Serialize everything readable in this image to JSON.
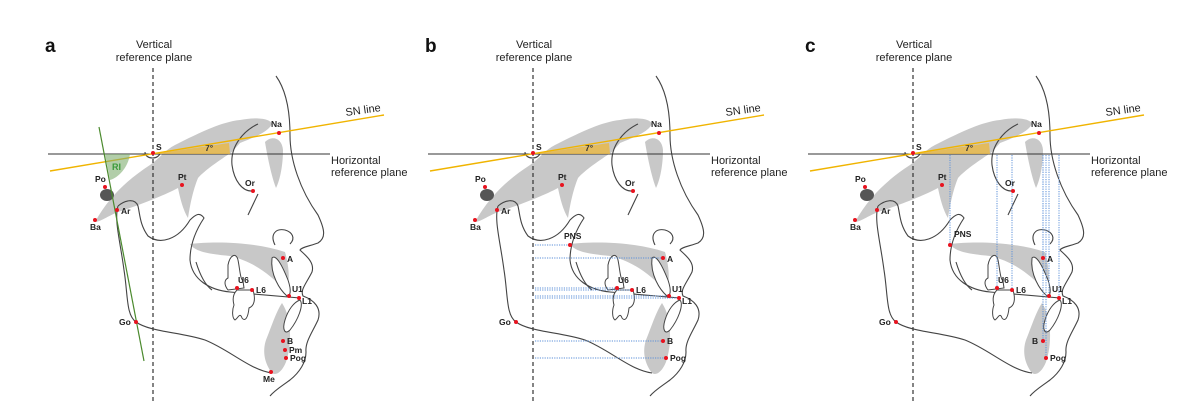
{
  "figure": {
    "panels": [
      {
        "id": "a",
        "letter": "a",
        "vertical_plane_label": [
          "Vertical",
          "reference plane"
        ],
        "horizontal_plane_label": [
          "Horizontal",
          "reference plane"
        ],
        "sn_label": "SN line",
        "angle_label": "7°",
        "ramus_inclination_label": "RI",
        "landmarks": [
          "S",
          "Na",
          "Po",
          "Pt",
          "Or",
          "Ar",
          "Ba",
          "A",
          "U6",
          "L6",
          "U1",
          "L1",
          "Go",
          "B",
          "Pm",
          "Pog",
          "Me"
        ],
        "projection": "none"
      },
      {
        "id": "b",
        "letter": "b",
        "vertical_plane_label": [
          "Vertical",
          "reference plane"
        ],
        "horizontal_plane_label": [
          "Horizontal",
          "reference plane"
        ],
        "sn_label": "SN line",
        "angle_label": "7°",
        "landmarks": [
          "S",
          "Na",
          "Po",
          "Pt",
          "Or",
          "Ar",
          "Ba",
          "PNS",
          "A",
          "U6",
          "L6",
          "U1",
          "L1",
          "Go",
          "B",
          "Pog"
        ],
        "projection": "horizontal",
        "projected_landmarks": [
          "PNS",
          "A",
          "U6",
          "L6",
          "U1",
          "L1",
          "B",
          "Pog"
        ]
      },
      {
        "id": "c",
        "letter": "c",
        "vertical_plane_label": [
          "Vertical",
          "reference plane"
        ],
        "horizontal_plane_label": [
          "Horizontal",
          "reference plane"
        ],
        "sn_label": "SN line",
        "angle_label": "7°",
        "landmarks": [
          "S",
          "Na",
          "Po",
          "Pt",
          "Or",
          "Ar",
          "Ba",
          "PNS",
          "A",
          "U6",
          "L6",
          "U1",
          "L1",
          "Go",
          "B",
          "Pog"
        ],
        "projection": "vertical",
        "projected_landmarks": [
          "PNS",
          "U6",
          "L6",
          "A",
          "U1",
          "L1",
          "B",
          "Pog"
        ]
      }
    ],
    "colors": {
      "landmark": "#e8131f",
      "sn_line": "#f0b400",
      "angle_fill": "#e8b94a",
      "ramus_line": "#4b8a2e",
      "projection": "#5b8fd8",
      "bone": "#c8c8c8"
    }
  }
}
